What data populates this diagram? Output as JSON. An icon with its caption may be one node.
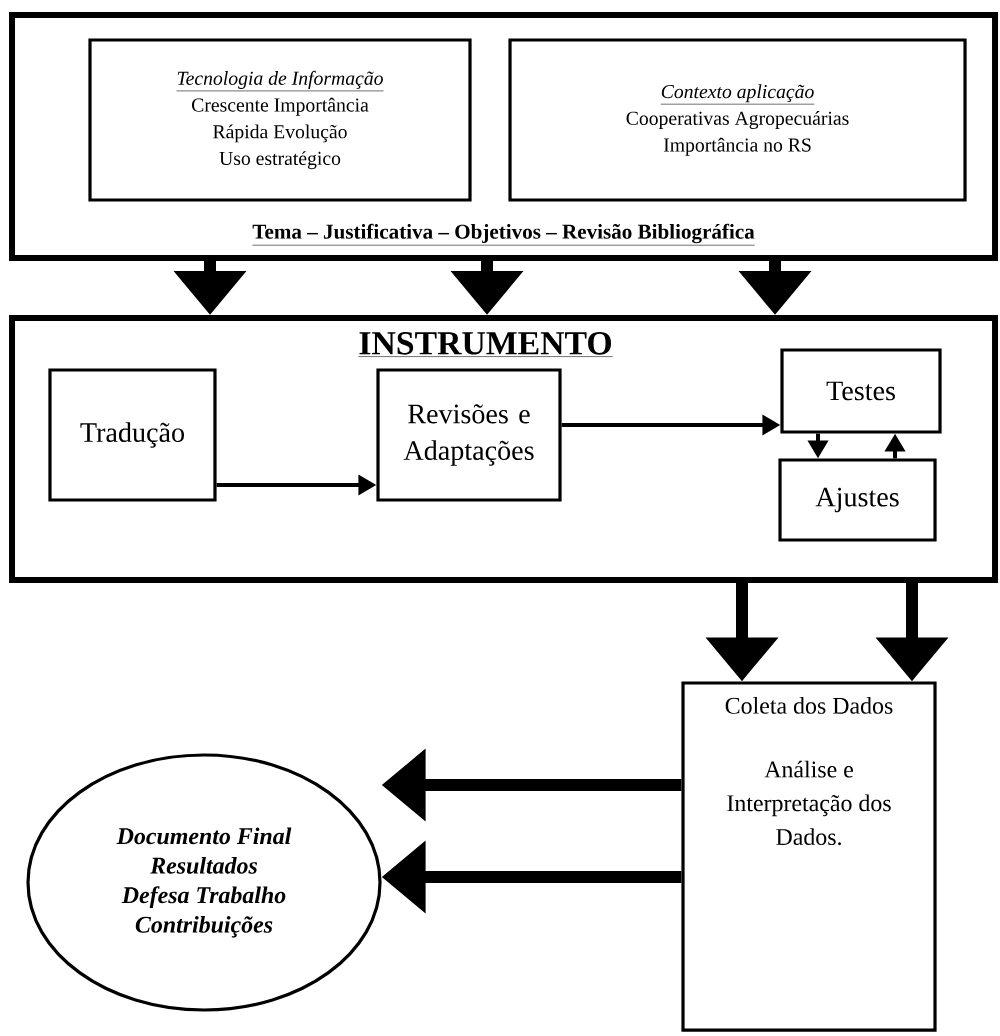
{
  "diagram": {
    "nodes": [
      {
        "text": [
          "**Tema – Justificativa – Objetivos – Revisão Bibliográfica**"
        ]
      },
      {
        "text": [
          "*Tecnologia de Informação*",
          "Crescente Importância",
          "Rápida Evolução",
          "Uso estratégico"
        ],
        "in": 0
      },
      {
        "text": [
          "*Contexto aplicação*",
          "Cooperativas Agropecuárias",
          "Importância no RS"
        ],
        "in": 0
      },
      {
        "text": [
          "**INSTRUMENTO**"
        ]
      },
      {
        "text": [
          "Tradução"
        ],
        "in": 3
      },
      {
        "text": [
          "Revisões e Adaptações"
        ],
        "in": 3
      },
      {
        "text": [
          "Testes"
        ],
        "in": 3
      },
      {
        "text": [
          "Ajustes"
        ],
        "in": 3
      },
      {
        "text": [
          "Coleta dos Dados",
          "Análise e Interpretação dos Dados."
        ]
      },
      {
        "text": [
          "Documento Final",
          "Resultados",
          "Defesa Trabalho",
          "Contribuições"
        ]
      }
    ],
    "edges": [
      {
        "from": 0,
        "to": 3,
        "arrow": "to"
      },
      {
        "from": 0,
        "to": 3,
        "arrow": "to"
      },
      {
        "from": 0,
        "to": 3,
        "arrow": "to"
      },
      {
        "from": 4,
        "to": 5,
        "arrow": "to"
      },
      {
        "from": 5,
        "to": 6,
        "arrow": "to"
      },
      {
        "from": 6,
        "to": 7,
        "arrow": "to"
      },
      {
        "from": 7,
        "to": 6,
        "arrow": "to"
      },
      {
        "from": 3,
        "to": 8,
        "arrow": "to"
      },
      {
        "from": 3,
        "to": 8,
        "arrow": "to"
      },
      {
        "from": 8,
        "to": 9,
        "arrow": "to"
      },
      {
        "from": 8,
        "to": 9,
        "arrow": "to"
      }
    ]
  }
}
